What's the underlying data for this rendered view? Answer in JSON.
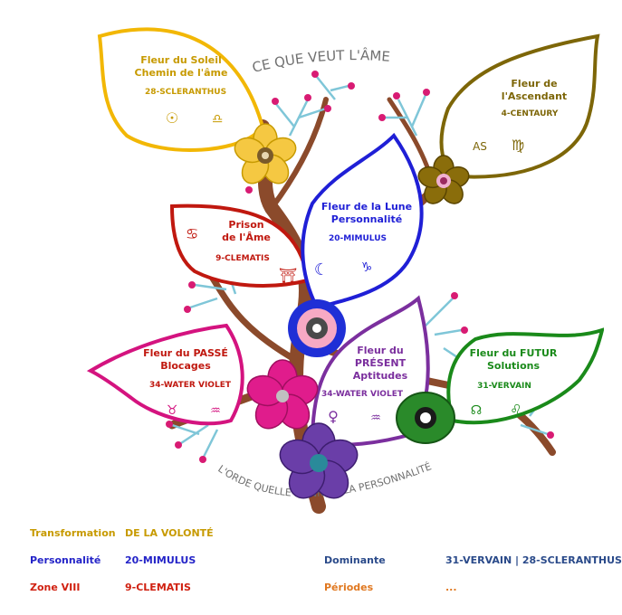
{
  "arc_top": "CE QUE VEUT L'ÂME",
  "arc_bottom": "L'ORDE QUELLE DONNE A LA PERSONNALITÉ",
  "leaves": {
    "soleil": {
      "line1": "Fleur du Soleil",
      "line2": "Chemin de l'âme",
      "remedy": "28-SCLERANTHUS",
      "sym1": "☉",
      "sym2": "♎",
      "color": "#f2b705"
    },
    "ascendant": {
      "line1": "Fleur de",
      "line2": "l'Ascendant",
      "remedy": "4-CENTAURY",
      "sym1": "AS",
      "sym2": "♍",
      "color": "#7d6608"
    },
    "lune": {
      "line1": "Fleur de la Lune",
      "line2": "Personnalité",
      "remedy": "20-MIMULUS",
      "sym1": "☾",
      "sym2": "♑",
      "color": "#1f1fd6"
    },
    "prison": {
      "line1": "Prison",
      "line2": "de l'Âme",
      "remedy": "9-CLEMATIS",
      "sym1": "♋",
      "sym2": "⛩",
      "color": "#c0180f"
    },
    "passe": {
      "line1": "Fleur du PASSÉ",
      "line2": "Blocages",
      "remedy": "34-WATER VIOLET",
      "sym1": "♉",
      "sym2": "♒",
      "color": "#d4137f"
    },
    "present": {
      "line1": "Fleur du",
      "line2": "PRÉSENT",
      "line3": "Aptitudes",
      "remedy": "34-WATER VIOLET",
      "sym1": "♀",
      "sym2": "♒",
      "color": "#7b2f9e"
    },
    "futur": {
      "line1": "Fleur du FUTUR",
      "line2": "Solutions",
      "remedy": "31-VERVAIN",
      "sym1": "☊",
      "sym2": "♌",
      "color": "#1a8a1a"
    }
  },
  "info": {
    "transformation": {
      "label": "Transformation",
      "value": "DE LA VOLONTÉ"
    },
    "personnalite": {
      "label": "Personnalité",
      "value": "20-MIMULUS"
    },
    "dominante": {
      "label": "Dominante",
      "value": "31-VERVAIN | 28-SCLERANTHUS"
    },
    "zone": {
      "label": "Zone VIII",
      "value": "9-CLEMATIS"
    },
    "periodes": {
      "label": "Périodes",
      "value": "..."
    }
  },
  "colors": {
    "branch": "#8b4a2b",
    "twig": "#7fc6d8",
    "berry": "#d81b73",
    "label_gold": "#c79a00",
    "label_blue": "#2424c8",
    "label_navy": "#2a4a8a",
    "label_red": "#d02010",
    "label_orange": "#e07820"
  }
}
